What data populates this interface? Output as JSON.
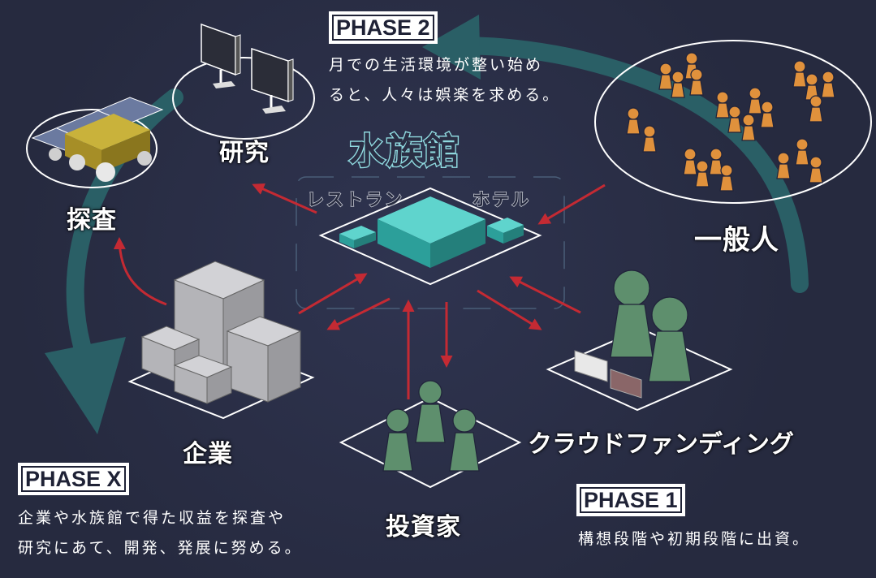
{
  "title": "水族館",
  "venue_labels": {
    "restaurant": "レストラン",
    "hotel": "ホテル"
  },
  "nodes": {
    "research": "研究",
    "exploration": "探査",
    "general_public": "一般人",
    "companies": "企業",
    "investors": "投資家",
    "crowdfunding": "クラウドファンディング"
  },
  "phases": {
    "phase2": {
      "label": "PHASE 2",
      "text_line1": "月での生活環境が整い始め",
      "text_line2": "ると、人々は娯楽を求める。"
    },
    "phasex": {
      "label": "PHASE X",
      "text_line1": "企業や水族館で得た収益を探査や",
      "text_line2": "研究にあて、開発、発展に努める。"
    },
    "phase1": {
      "label": "PHASE 1",
      "text_line1": "構想段階や初期段階に出資。"
    }
  },
  "colors": {
    "background": "#262a3f",
    "cycle_arrow": "#2a5f66",
    "flow_arrow": "#c42a33",
    "aquarium": "#36b3ad",
    "investor_figure": "#5e8f6d",
    "public_figure": "#e0913c",
    "company_block": "#a7a7ab",
    "rover_panel": "#c9b23b"
  }
}
